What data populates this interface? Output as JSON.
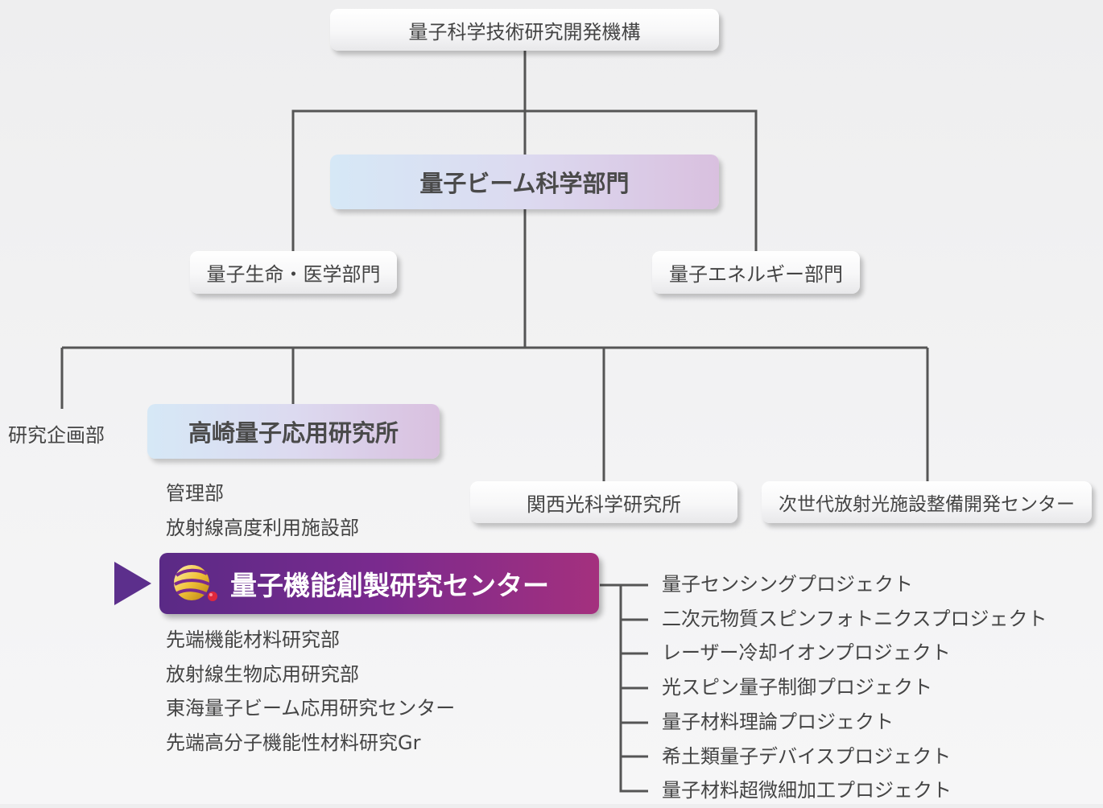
{
  "org": {
    "top": "量子科学技術研究開発機構",
    "beam": "量子ビーム科学部門",
    "life": "量子生命・医学部門",
    "energy": "量子エネルギー部門",
    "planning": "研究企画部",
    "takasaki": "高崎量子応用研究所",
    "kansai": "関西光科学研究所",
    "nextgen": "次世代放射光施設整備開発センター",
    "takasaki_depts": [
      "管理部",
      "放射線高度利用施設部"
    ],
    "center": "量子機能創製研究センター",
    "center_depts": [
      "先端機能材料研究部",
      "放射線生物応用研究部",
      "東海量子ビーム応用研究センター",
      "先端高分子機能性材料研究Gr"
    ],
    "projects": [
      "量子センシングプロジェクト",
      "二次元物質スピンフォトニクスプロジェクト",
      "レーザー冷却イオンプロジェクト",
      "光スピン量子制御プロジェクト",
      "量子材料理論プロジェクト",
      "希土類量子デバイスプロジェクト",
      "量子材料超微細加工プロジェクト"
    ]
  },
  "colors": {
    "connector": "#555555",
    "hero_start": "#5a2a86",
    "hero_end": "#a4307e",
    "arrow": "#5c2f8c"
  },
  "icons": {
    "pointer": "triangle-arrow-icon",
    "logo": "qst-sphere-logo-icon"
  }
}
